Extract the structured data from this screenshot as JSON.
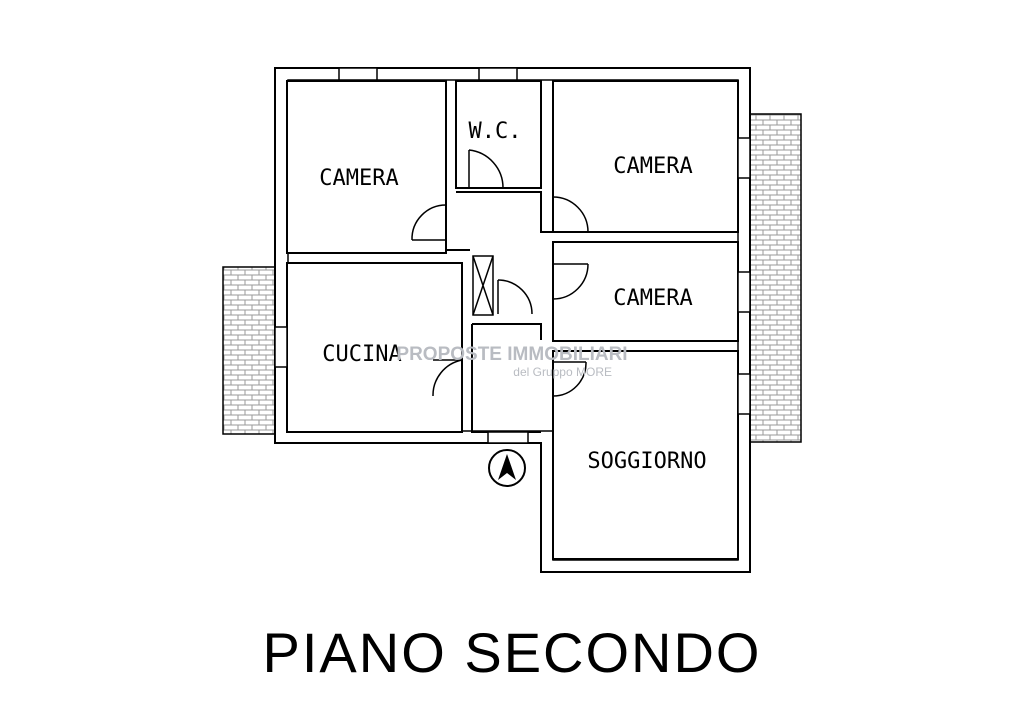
{
  "rooms": {
    "camera_nw": "CAMERA",
    "wc": "W.C.",
    "camera_ne": "CAMERA",
    "camera_e": "CAMERA",
    "cucina": "CUCINA",
    "soggiorno": "SOGGIORNO"
  },
  "watermark": {
    "line1": "PROPOSTE IMMOBILIARI",
    "line2": "del Gruppo MORE"
  },
  "floor_title": "PIANO SECONDO",
  "icons": {
    "north_arrow": "north-arrow-icon",
    "stair": "stair-icon"
  },
  "colors": {
    "wall": "#000000",
    "balcony_tile": "#b5b5b5",
    "watermark": "#b9bcc2"
  }
}
